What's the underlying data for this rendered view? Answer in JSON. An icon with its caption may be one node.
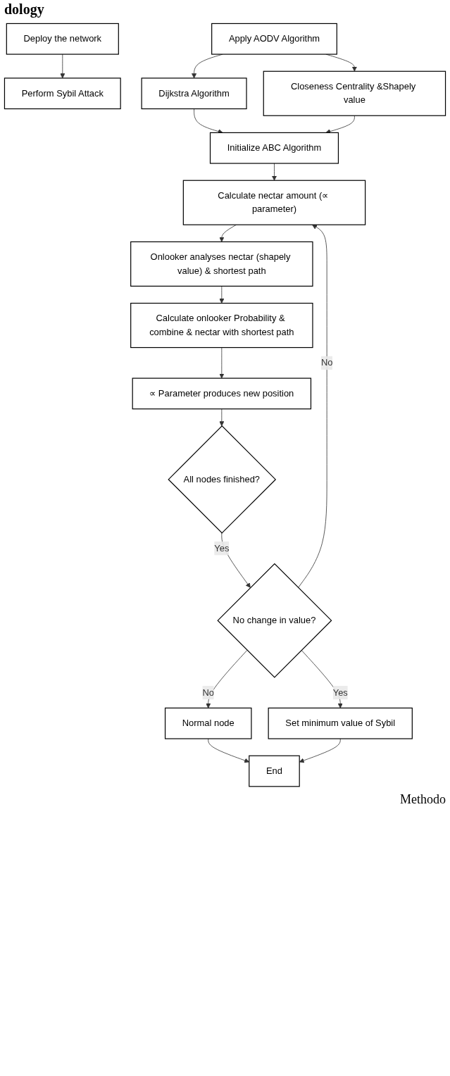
{
  "diagram": {
    "nodes": [
      {
        "text": [
          "Deploy the network"
        ]
      },
      {
        "text": [
          "Perform Sybil Attack"
        ]
      },
      {
        "text": [
          "Apply AODV Algorithm"
        ]
      },
      {
        "text": [
          "Dijkstra Algorithm"
        ]
      },
      {
        "text": [
          "Closeness Centrality &Shapely value"
        ]
      },
      {
        "text": [
          "Initialize ABC Algorithm"
        ]
      },
      {
        "text": [
          "Calculate nectar amount (∝ parameter)"
        ]
      },
      {
        "text": [
          "Onlooker analyses nectar (shapely value) & shortest path"
        ]
      },
      {
        "text": [
          "Calculate onlooker Probability & combine & nectar with shortest path"
        ]
      },
      {
        "text": [
          "∝ Parameter produces new position"
        ]
      },
      {
        "text": [
          "All nodes finished?"
        ]
      },
      {
        "text": [
          "No change in value?"
        ]
      },
      {
        "text": [
          "Set minimum value of Sybil"
        ]
      },
      {
        "text": [
          "Normal node"
        ]
      },
      {
        "text": [
          "End"
        ]
      }
    ],
    "edges": [
      {
        "from": 0,
        "to": 1,
        "arrow": "to"
      },
      {
        "from": 2,
        "to": 3,
        "arrow": "to"
      },
      {
        "from": 2,
        "to": 4,
        "arrow": "to"
      },
      {
        "from": 3,
        "to": 5,
        "arrow": "to"
      },
      {
        "from": 4,
        "to": 5,
        "arrow": "to"
      },
      {
        "from": 5,
        "to": 6,
        "arrow": "to"
      },
      {
        "from": 11,
        "to": 6,
        "arrow": "to",
        "label": "No"
      },
      {
        "from": 6,
        "to": 7,
        "arrow": "to"
      },
      {
        "from": 7,
        "to": 8,
        "arrow": "to"
      },
      {
        "from": 8,
        "to": 9,
        "arrow": "to"
      },
      {
        "from": 9,
        "to": 10,
        "arrow": "to"
      },
      {
        "from": 10,
        "to": 11,
        "arrow": "to",
        "label": "Yes"
      },
      {
        "from": 11,
        "to": 12,
        "arrow": "to",
        "label": "Yes"
      },
      {
        "from": 11,
        "to": 13,
        "arrow": "to",
        "label": "No"
      },
      {
        "from": 13,
        "to": 14,
        "arrow": "to"
      },
      {
        "from": 12,
        "to": 14,
        "arrow": "to"
      }
    ],
    "labels": [
      "dology",
      "Methodo"
    ]
  }
}
